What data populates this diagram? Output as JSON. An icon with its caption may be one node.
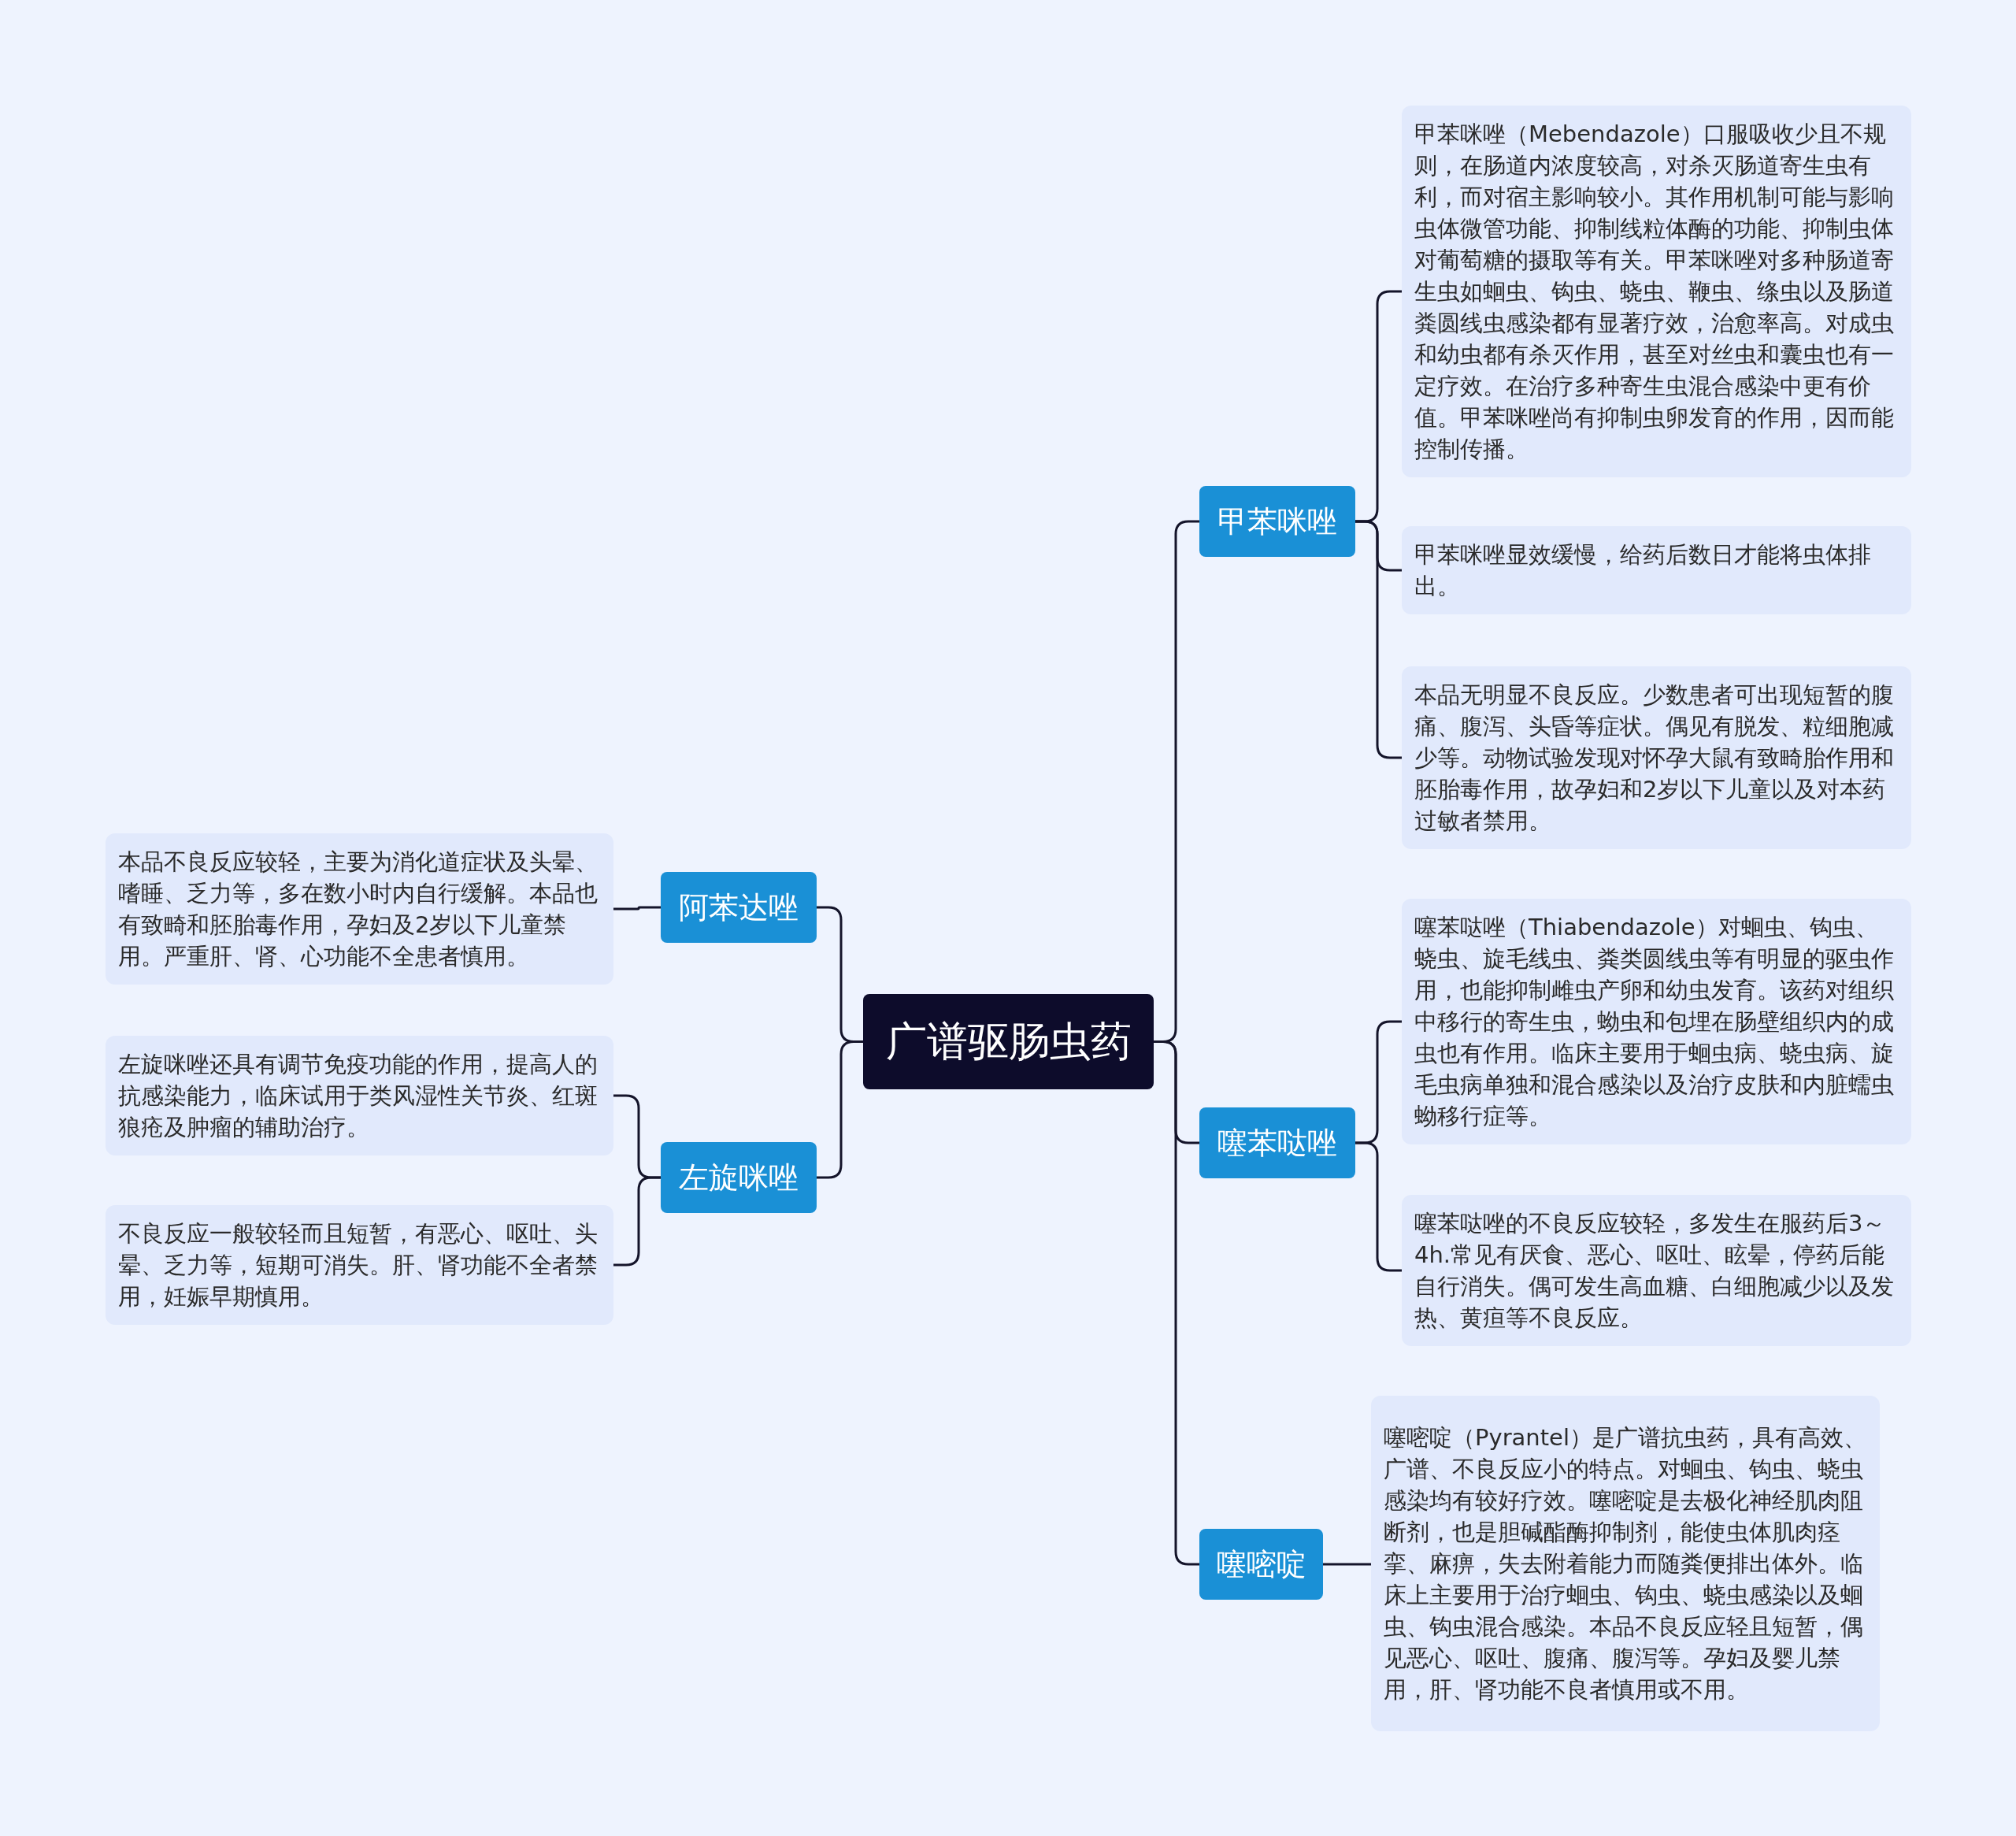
{
  "diagram": {
    "nodes": [
      {
        "text": [
          "广谱驱肠虫药"
        ]
      },
      {
        "text": [
          "甲苯咪唑"
        ]
      },
      {
        "text": [
          "甲苯咪唑（Mebendazole）口服吸收少且不规则，在肠道内浓度较高，对杀灭肠道寄生虫有利，而对宿主影响较小。其作用机制可能与影响虫体微管功能、抑制线粒体酶的功能、抑制虫体对葡萄糖的摄取等有关。甲苯咪唑对多种肠道寄生虫如蛔虫、钩虫、蛲虫、鞭虫、绦虫以及肠道粪圆线虫感染都有显著疗效，治愈率高。对成虫和幼虫都有杀灭作用，甚至对丝虫和囊虫也有一定疗效。在治疗多种寄生虫混合感染中更有价值。甲苯咪唑尚有抑制虫卵发育的作用，因而能控制传播。"
        ]
      },
      {
        "text": [
          "甲苯咪唑显效缓慢，给药后数日才能将虫体排出。"
        ]
      },
      {
        "text": [
          "本品无明显不良反应。少数患者可出现短暂的腹痛、腹泻、头昏等症状。偶见有脱发、粒细胞减少等。动物试验发现对怀孕大鼠有致畸胎作用和胚胎毒作用，故孕妇和2岁以下儿童以及对本药过敏者禁用。"
        ]
      },
      {
        "text": [
          "噻苯哒唑"
        ]
      },
      {
        "text": [
          "噻苯哒唑（Thiabendazole）对蛔虫、钩虫、蛲虫、旋毛线虫、粪类圆线虫等有明显的驱虫作用，也能抑制雌虫产卵和幼虫发育。该药对组织中移行的寄生虫，蚴虫和包埋在肠壁组织内的成虫也有作用。临床主要用于蛔虫病、蛲虫病、旋毛虫病单独和混合感染以及治疗皮肤和内脏蠕虫蚴移行症等。"
        ]
      },
      {
        "text": [
          "噻苯哒唑的不良反应较轻，多发生在服药后3～4h.常见有厌食、恶心、呕吐、眩晕，停药后能自行消失。偶可发生高血糖、白细胞减少以及发热、黄疸等不良反应。"
        ]
      },
      {
        "text": [
          "噻嘧啶"
        ]
      },
      {
        "text": [
          "噻嘧啶（Pyrantel）是广谱抗虫药，具有高效、广谱、不良反应小的特点。对蛔虫、钩虫、蛲虫感染均有较好疗效。噻嘧啶是去极化神经肌肉阻断剂，也是胆碱酯酶抑制剂，能使虫体肌肉痉挛、麻痹，失去附着能力而随粪便排出体外。临床上主要用于治疗蛔虫、钩虫、蛲虫感染以及蛔虫、钩虫混合感染。本品不良反应轻且短暂，偶见恶心、呕吐、腹痛、腹泻等。孕妇及婴儿禁用，肝、肾功能不良者慎用或不用。"
        ]
      },
      {
        "text": [
          "阿苯达唑"
        ]
      },
      {
        "text": [
          "本品不良反应较轻，主要为消化道症状及头晕、嗜睡、乏力等，多在数小时内自行缓解。本品也有致畸和胚胎毒作用，孕妇及2岁以下儿童禁用。严重肝、肾、心功能不全患者慎用。"
        ]
      },
      {
        "text": [
          "左旋咪唑"
        ]
      },
      {
        "text": [
          "左旋咪唑还具有调节免疫功能的作用，提高人的抗感染能力，临床试用于类风湿性关节炎、红斑狼疮及肿瘤的辅助治疗。"
        ]
      },
      {
        "text": [
          "不良反应一般较轻而且短暂，有恶心、呕吐、头晕、乏力等，短期可消失。肝、肾功能不全者禁用，妊娠早期慎用。"
        ]
      }
    ],
    "edges": [
      {
        "from": 0,
        "to": 1,
        "arrow": "none"
      },
      {
        "from": 1,
        "to": 2,
        "arrow": "none"
      },
      {
        "from": 1,
        "to": 3,
        "arrow": "none"
      },
      {
        "from": 1,
        "to": 4,
        "arrow": "none"
      },
      {
        "from": 0,
        "to": 5,
        "arrow": "none"
      },
      {
        "from": 5,
        "to": 6,
        "arrow": "none"
      },
      {
        "from": 5,
        "to": 7,
        "arrow": "none"
      },
      {
        "from": 0,
        "to": 8,
        "arrow": "none"
      },
      {
        "from": 8,
        "to": 9,
        "arrow": "none"
      },
      {
        "from": 0,
        "to": 10,
        "arrow": "none"
      },
      {
        "from": 10,
        "to": 11,
        "arrow": "none"
      },
      {
        "from": 0,
        "to": 12,
        "arrow": "none"
      },
      {
        "from": 12,
        "to": 13,
        "arrow": "none"
      },
      {
        "from": 12,
        "to": 14,
        "arrow": "none"
      }
    ]
  }
}
